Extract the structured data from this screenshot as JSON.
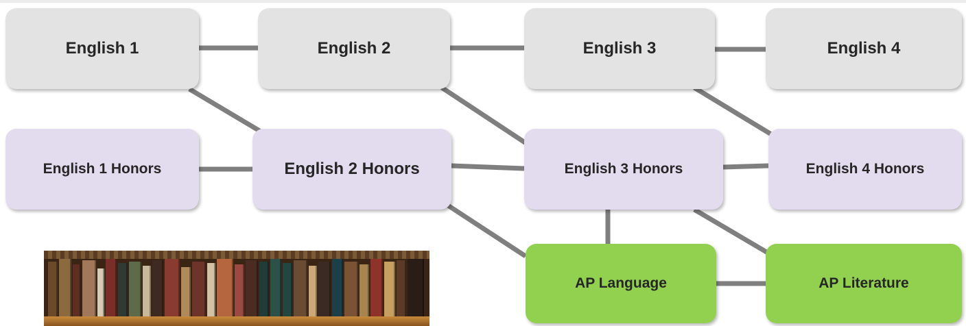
{
  "diagram": {
    "nodes": [
      {
        "id": "english-1",
        "label": "English 1",
        "track": "regular"
      },
      {
        "id": "english-2",
        "label": "English 2",
        "track": "regular"
      },
      {
        "id": "english-3",
        "label": "English 3",
        "track": "regular"
      },
      {
        "id": "english-4",
        "label": "English 4",
        "track": "regular"
      },
      {
        "id": "english-1-honors",
        "label": "English 1 Honors",
        "track": "honors"
      },
      {
        "id": "english-2-honors",
        "label": "English 2 Honors",
        "track": "honors"
      },
      {
        "id": "english-3-honors",
        "label": "English 3 Honors",
        "track": "honors"
      },
      {
        "id": "english-4-honors",
        "label": "English 4 Honors",
        "track": "honors"
      },
      {
        "id": "ap-language",
        "label": "AP Language",
        "track": "ap"
      },
      {
        "id": "ap-literature",
        "label": "AP Literature",
        "track": "ap"
      }
    ],
    "connections": [
      [
        "english-1",
        "english-2"
      ],
      [
        "english-2",
        "english-3"
      ],
      [
        "english-3",
        "english-4"
      ],
      [
        "english-1",
        "english-2-honors"
      ],
      [
        "english-2",
        "english-3-honors"
      ],
      [
        "english-3",
        "english-4-honors"
      ],
      [
        "english-1-honors",
        "english-2-honors"
      ],
      [
        "english-2-honors",
        "english-3-honors"
      ],
      [
        "english-3-honors",
        "english-4-honors"
      ],
      [
        "english-2-honors",
        "ap-language"
      ],
      [
        "english-3-honors",
        "ap-language"
      ],
      [
        "english-3-honors",
        "ap-literature"
      ],
      [
        "ap-language",
        "ap-literature"
      ]
    ]
  },
  "colors": {
    "regular": "#e3e3e3",
    "honors": "#e3dcef",
    "ap": "#92d050",
    "connector": "#7f7f7f"
  },
  "decoration": {
    "image": "bookshelf-photo"
  }
}
